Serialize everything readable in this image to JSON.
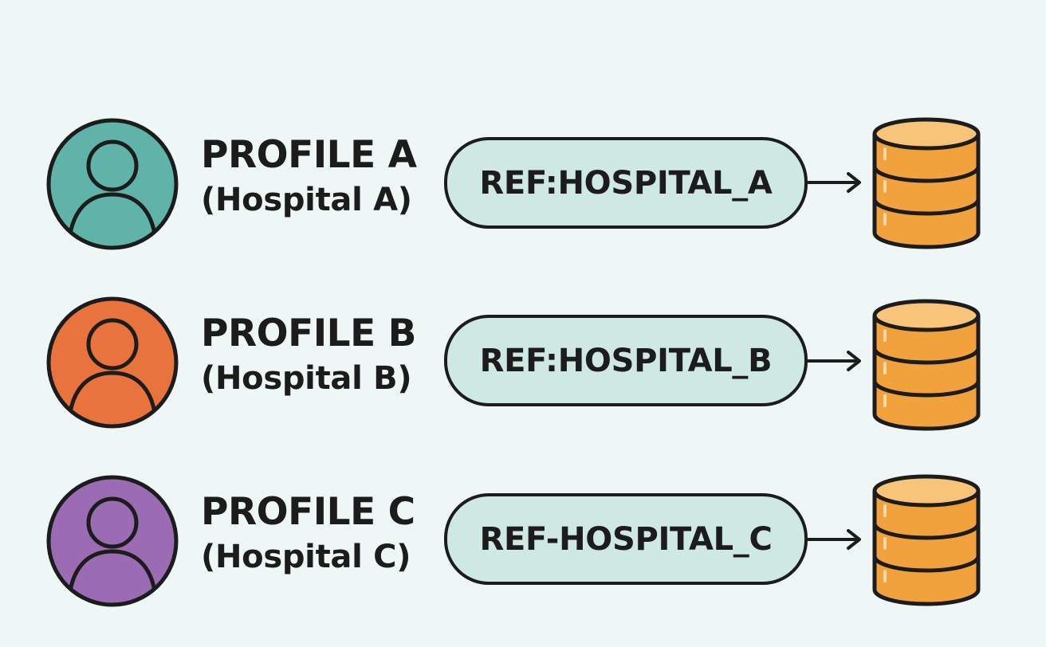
{
  "colors": {
    "background": "#eef6f6",
    "outline": "#1c1c1c",
    "pill_fill": "#cfe8e4",
    "database_fill": "#f2a23c",
    "database_top": "#f7c47a"
  },
  "profiles": [
    {
      "name": "PROFILE A",
      "subtitle": "(Hospital A)",
      "ref": "REF:HOSPITAL_A",
      "avatar_color": "#5fb3a8",
      "icon": "user-icon"
    },
    {
      "name": "PROFILE B",
      "subtitle": "(Hospital B)",
      "ref": "REF:HOSPITAL_B",
      "avatar_color": "#e8733c",
      "icon": "user-icon"
    },
    {
      "name": "PROFILE C",
      "subtitle": "(Hospital C)",
      "ref": "REF-HOSPITAL_C",
      "avatar_color": "#9b6bb3",
      "icon": "user-icon"
    }
  ]
}
